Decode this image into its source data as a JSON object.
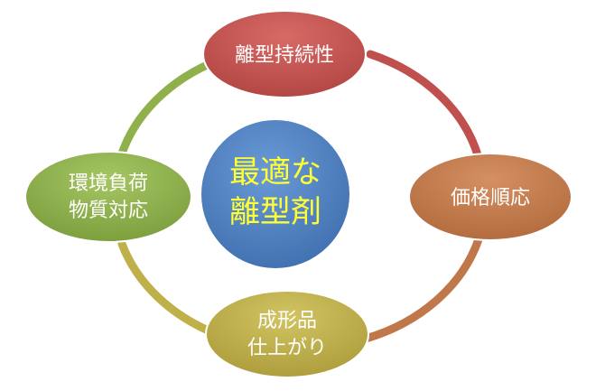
{
  "center": {
    "lines": [
      "最適な",
      "離型剤"
    ],
    "fill": "#4a7ebb",
    "text_color": "#ffff33"
  },
  "nodes": [
    {
      "id": "top",
      "lines": [
        "離型持続性"
      ],
      "fill": "#c0504d"
    },
    {
      "id": "right",
      "lines": [
        "価格順応"
      ],
      "fill": "#c0784a"
    },
    {
      "id": "bottom",
      "lines": [
        "成形品",
        "仕上がり"
      ],
      "fill": "#c0b04a"
    },
    {
      "id": "left",
      "lines": [
        "環境負荷",
        "物質対応"
      ],
      "fill": "#8fb04a"
    }
  ],
  "arcs": [
    {
      "from": "top",
      "to": "right",
      "color": "#c0504d"
    },
    {
      "from": "right",
      "to": "bottom",
      "color": "#c0784a"
    },
    {
      "from": "bottom",
      "to": "left",
      "color": "#c0b04a"
    },
    {
      "from": "left",
      "to": "top",
      "color": "#8fb04a"
    }
  ]
}
